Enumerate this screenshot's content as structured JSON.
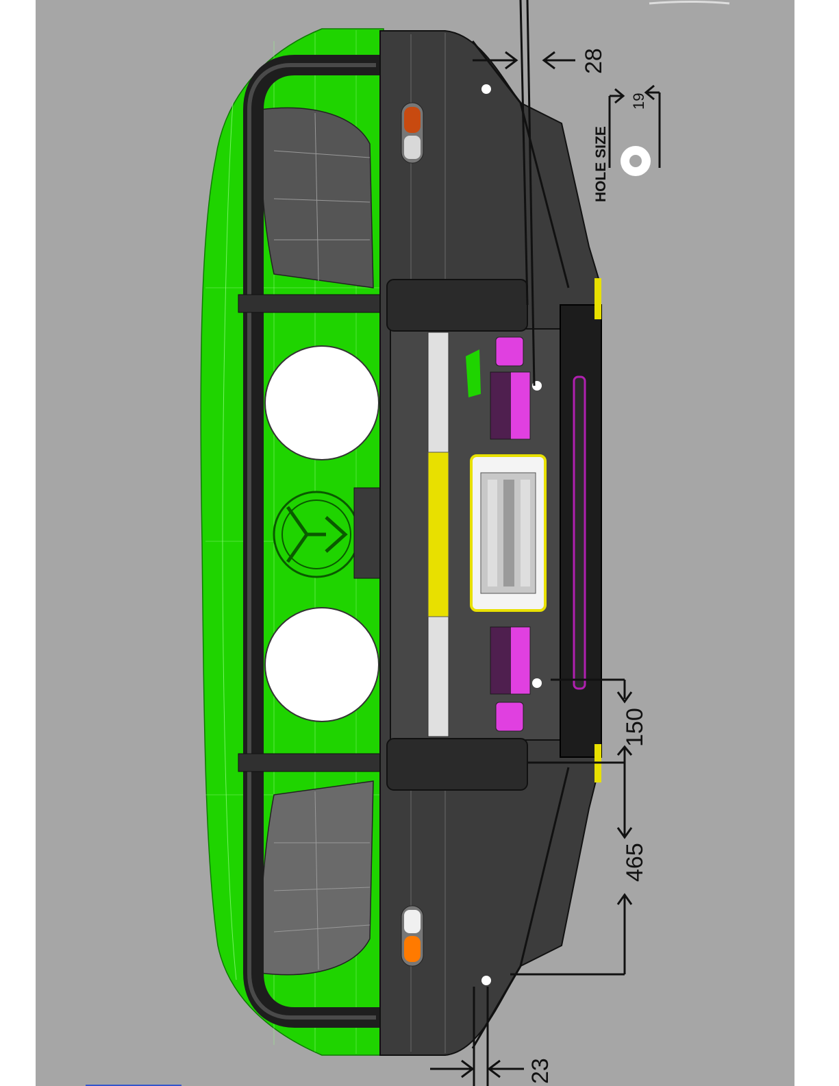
{
  "colors": {
    "background": "#a6a6a6",
    "margin": "#ffffff",
    "body_green": "#1fd400",
    "body_green_dark": "#14a800",
    "bumper_dark": "#3c3c3c",
    "bumper_black": "#1c1c1c",
    "tube": "#2a2a2a",
    "light_white": "#ffffff",
    "winch_yellow": "#e8e000",
    "accent_magenta": "#e040e0",
    "indicator_orange": "#ff7a00",
    "indicator_red_orange": "#c84a10",
    "dimension_line": "#111111"
  },
  "dimensions": {
    "top_spacing": "28",
    "hole_size_value": "19",
    "hole_size_label": "HOLE SIZE",
    "mount_offset": "150",
    "mount_span": "465",
    "bottom_spacing": "23"
  },
  "icons": {
    "hole": "ring-icon",
    "logo": "vw-logo-icon",
    "winch": "winch-drum-icon"
  }
}
